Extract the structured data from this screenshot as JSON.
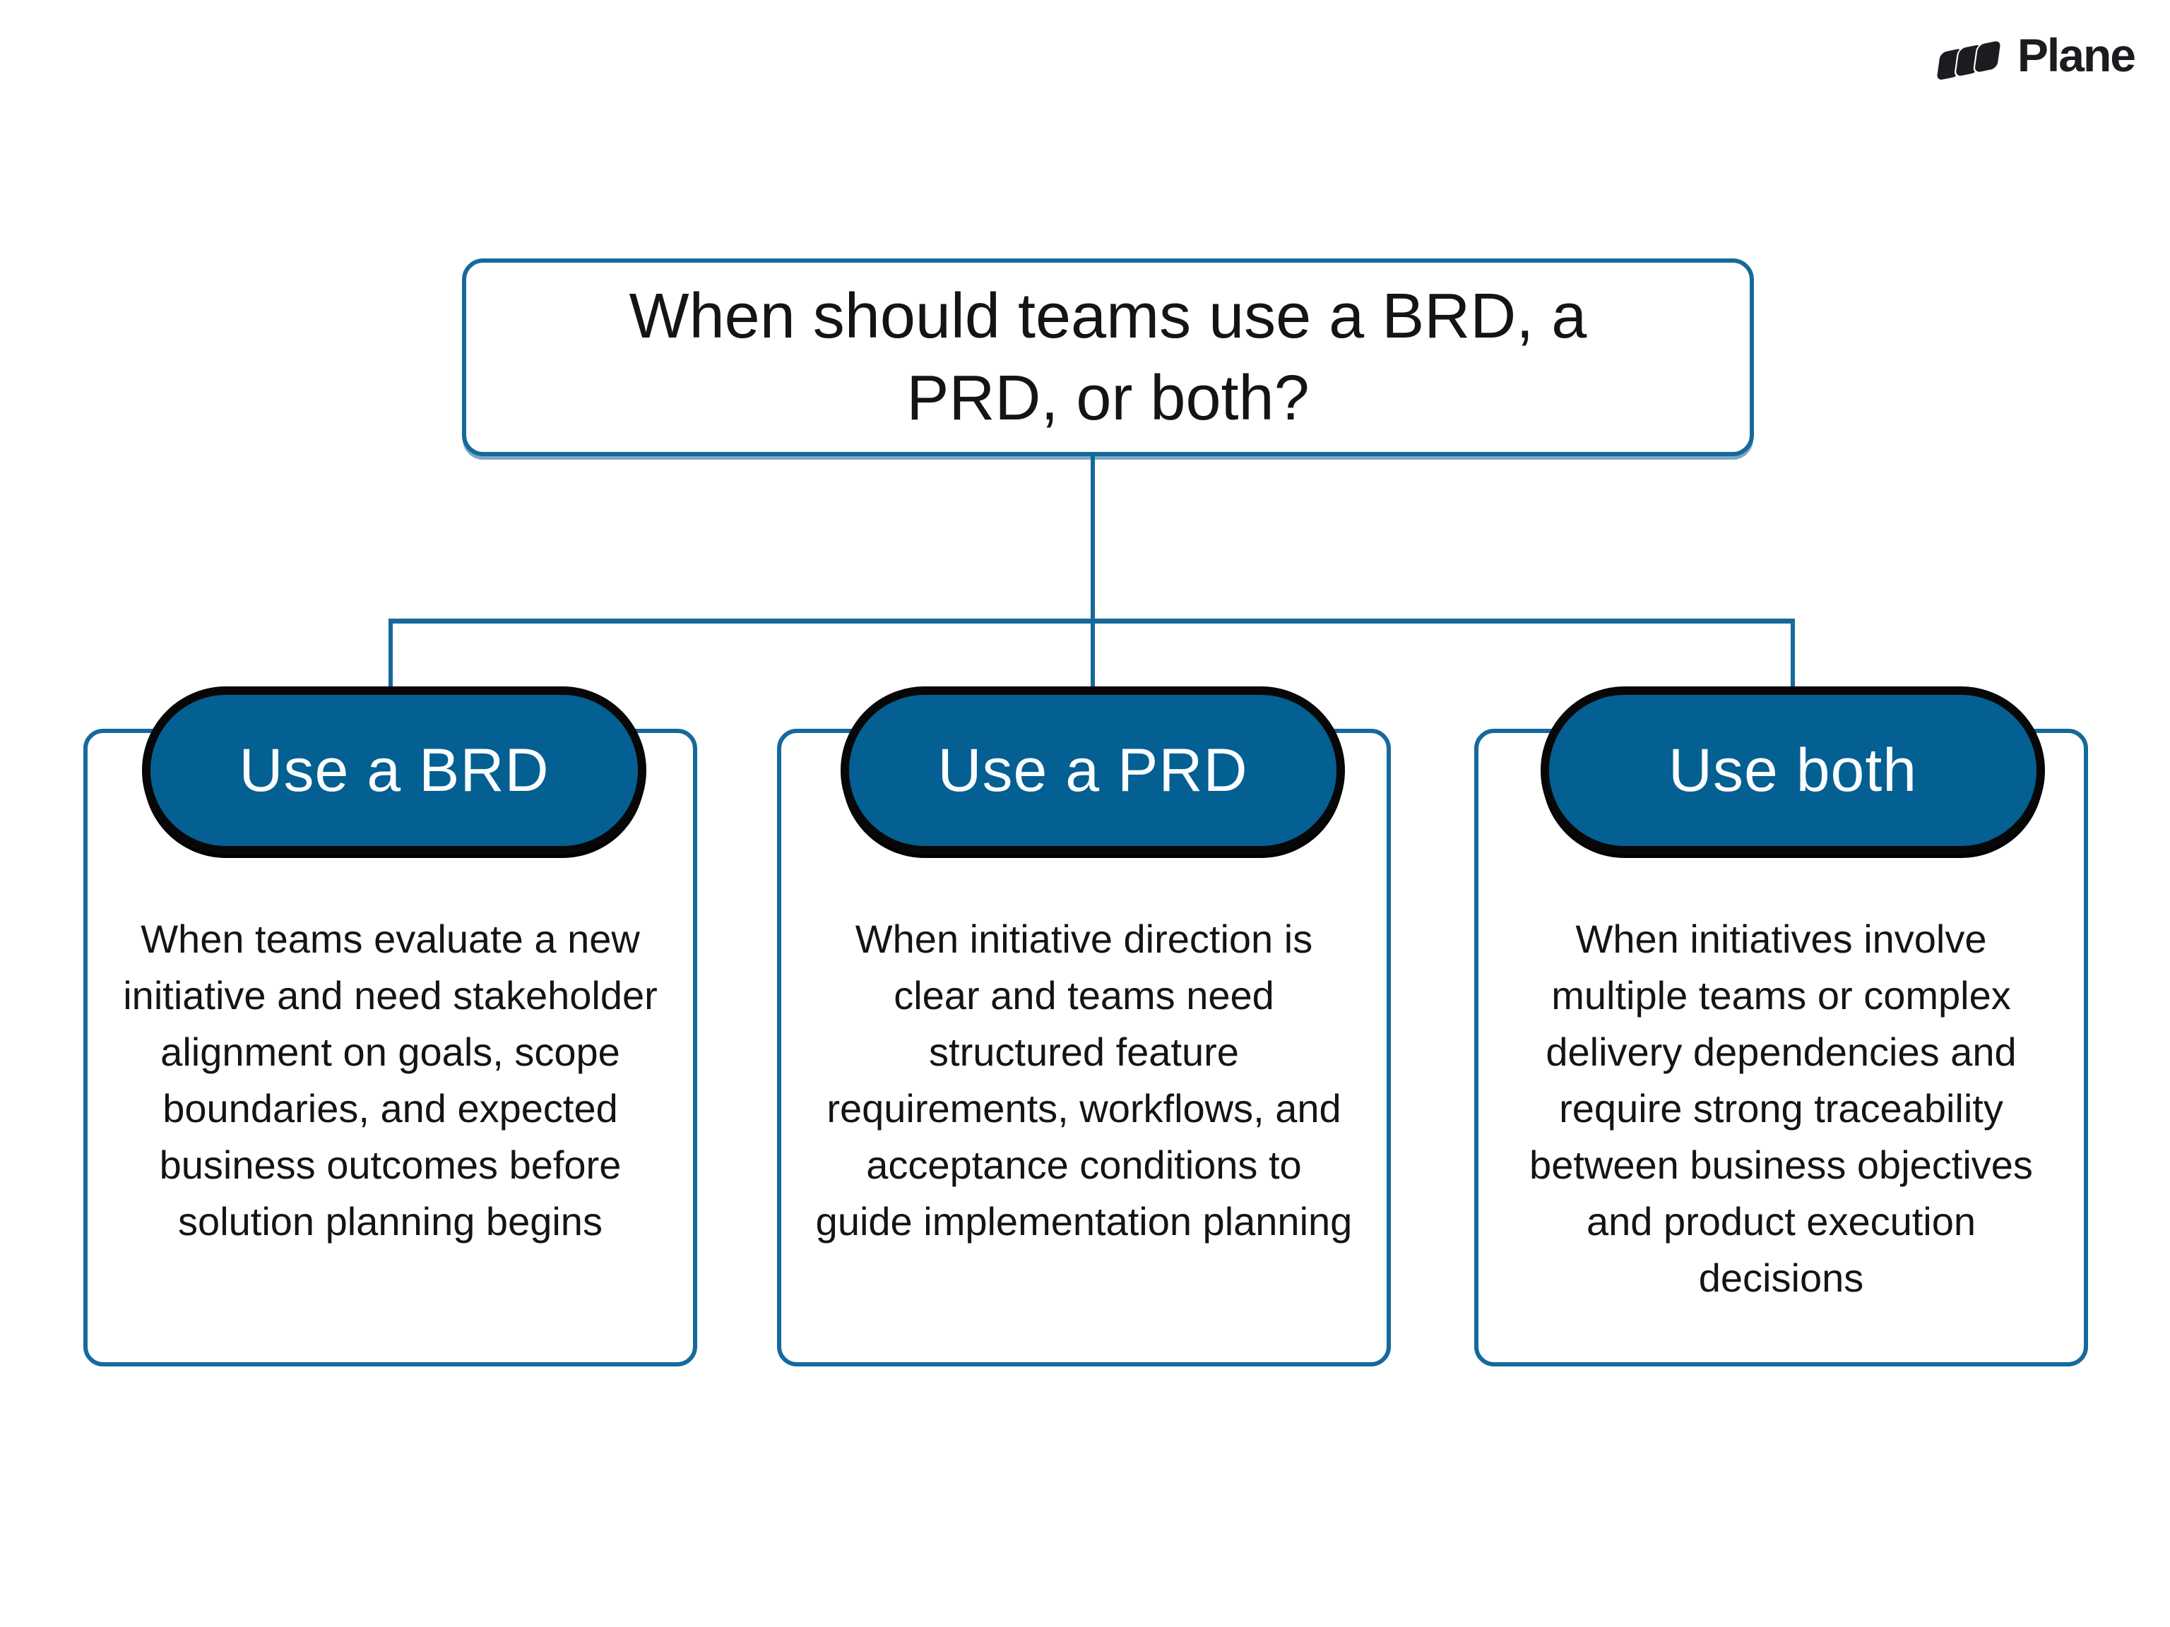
{
  "brand": {
    "name": "Plane"
  },
  "title": "When should teams use a BRD, a PRD, or both?",
  "colors": {
    "line": "#15699c",
    "pill_fill": "#045f92",
    "pill_border": "#070707",
    "pill_text": "#fbfdfe",
    "text": "#141414",
    "logo": "#1b1b20"
  },
  "branches": [
    {
      "label": "Use a BRD",
      "description": "When teams evaluate a new initiative and need stakeholder alignment on goals, scope boundaries, and expected business outcomes before solution planning begins"
    },
    {
      "label": "Use a PRD",
      "description": "When initiative direction is clear and teams need structured feature requirements, workflows, and acceptance conditions to guide implementation planning"
    },
    {
      "label": "Use both",
      "description": "When initiatives involve multiple teams or complex delivery dependencies and require strong traceability between business objectives and product execution decisions"
    }
  ]
}
